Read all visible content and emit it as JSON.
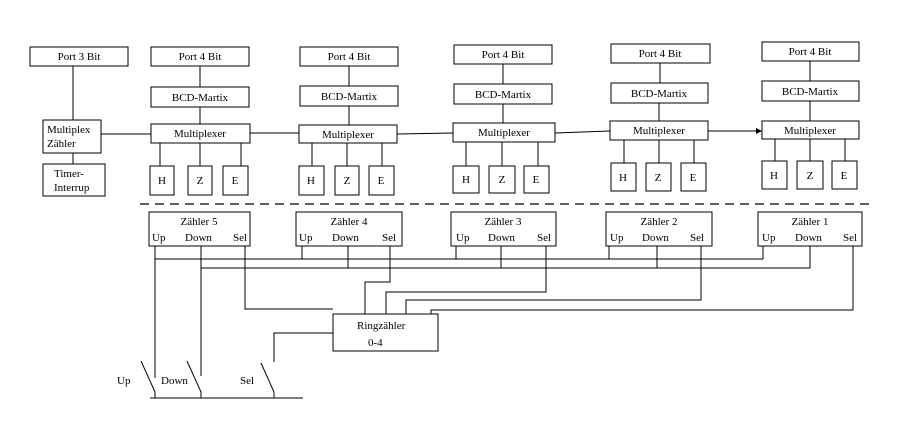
{
  "port3_label": "Port 3 Bit",
  "port4_label": "Port 4 Bit",
  "bcd_label": "BCD-Martix",
  "mux_label": "Multiplexer",
  "mux_counter": {
    "line1": "Multiplex",
    "line2": "Zähler"
  },
  "timer": {
    "line1": "Timer-",
    "line2": "Interrup"
  },
  "digits": [
    "H",
    "Z",
    "E"
  ],
  "counters": [
    {
      "name": "Zähler 5",
      "up": "Up",
      "down": "Down",
      "sel": "Sel"
    },
    {
      "name": "Zähler 4",
      "up": "Up",
      "down": "Down",
      "sel": "Sel"
    },
    {
      "name": "Zähler 3",
      "up": "Up",
      "down": "Down",
      "sel": "Sel"
    },
    {
      "name": "Zähler 2",
      "up": "Up",
      "down": "Down",
      "sel": "Sel"
    },
    {
      "name": "Zähler 1",
      "up": "Up",
      "down": "Down",
      "sel": "Sel"
    }
  ],
  "ring": {
    "line1": "Ringzähler",
    "line2": "0-4"
  },
  "switches": {
    "up": "Up",
    "down": "Down",
    "sel": "Sel"
  }
}
